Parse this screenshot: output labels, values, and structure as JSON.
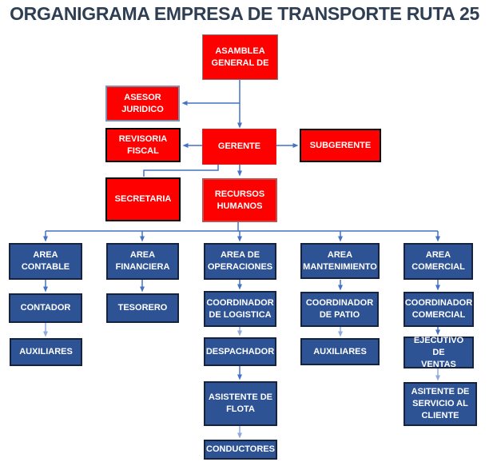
{
  "title": "ORGANIGRAMA EMPRESA DE TRANSPORTE RUTA 25",
  "colors": {
    "red_box": "#FE0000",
    "blue_box": "#2E5395",
    "connector": "#4472C4",
    "connector_light": "#8FAADC",
    "title_text": "#2E3F54"
  },
  "nodes": {
    "asamblea": {
      "label": "ASAMBLEA\nGENERAL DE"
    },
    "asesor_juridico": {
      "label": "ASESOR\nJURIDICO"
    },
    "revisoria_fiscal": {
      "label": "REVISORIA\nFISCAL"
    },
    "gerente": {
      "label": "GERENTE"
    },
    "subgerente": {
      "label": "SUBGERENTE"
    },
    "secretaria": {
      "label": "SECRETARIA"
    },
    "recursos_humanos": {
      "label": "RECURSOS\nHUMANOS"
    },
    "area_contable": {
      "label": "AREA\nCONTABLE"
    },
    "area_financiera": {
      "label": "AREA\nFINANCIERA"
    },
    "area_operaciones": {
      "label": "AREA DE\nOPERACIONES"
    },
    "area_mantenimiento": {
      "label": "AREA\nMANTENIMIENTO"
    },
    "area_comercial": {
      "label": "AREA\nCOMERCIAL"
    },
    "contador": {
      "label": "CONTADOR"
    },
    "tesorero": {
      "label": "TESORERO"
    },
    "coordinador_logistica": {
      "label": "COORDINADOR\nDE LOGISTICA"
    },
    "coordinador_patio": {
      "label": "COORDINADOR\nDE PATIO"
    },
    "coordinador_comercial": {
      "label": "COORDINADOR\nCOMERCIAL"
    },
    "auxiliares_contable": {
      "label": "AUXILIARES"
    },
    "despachador": {
      "label": "DESPACHADOR"
    },
    "auxiliares_mantenimiento": {
      "label": "AUXILIARES"
    },
    "ejecutivo_ventas": {
      "label": "EJECUTIVO DE\nVENTAS"
    },
    "asistente_flota": {
      "label": "ASISTENTE DE\nFLOTA"
    },
    "asitente_servicio_cliente": {
      "label": "ASITENTE DE\nSERVICIO AL\nCLIENTE"
    },
    "conductores": {
      "label": "CONDUCTORES"
    }
  }
}
